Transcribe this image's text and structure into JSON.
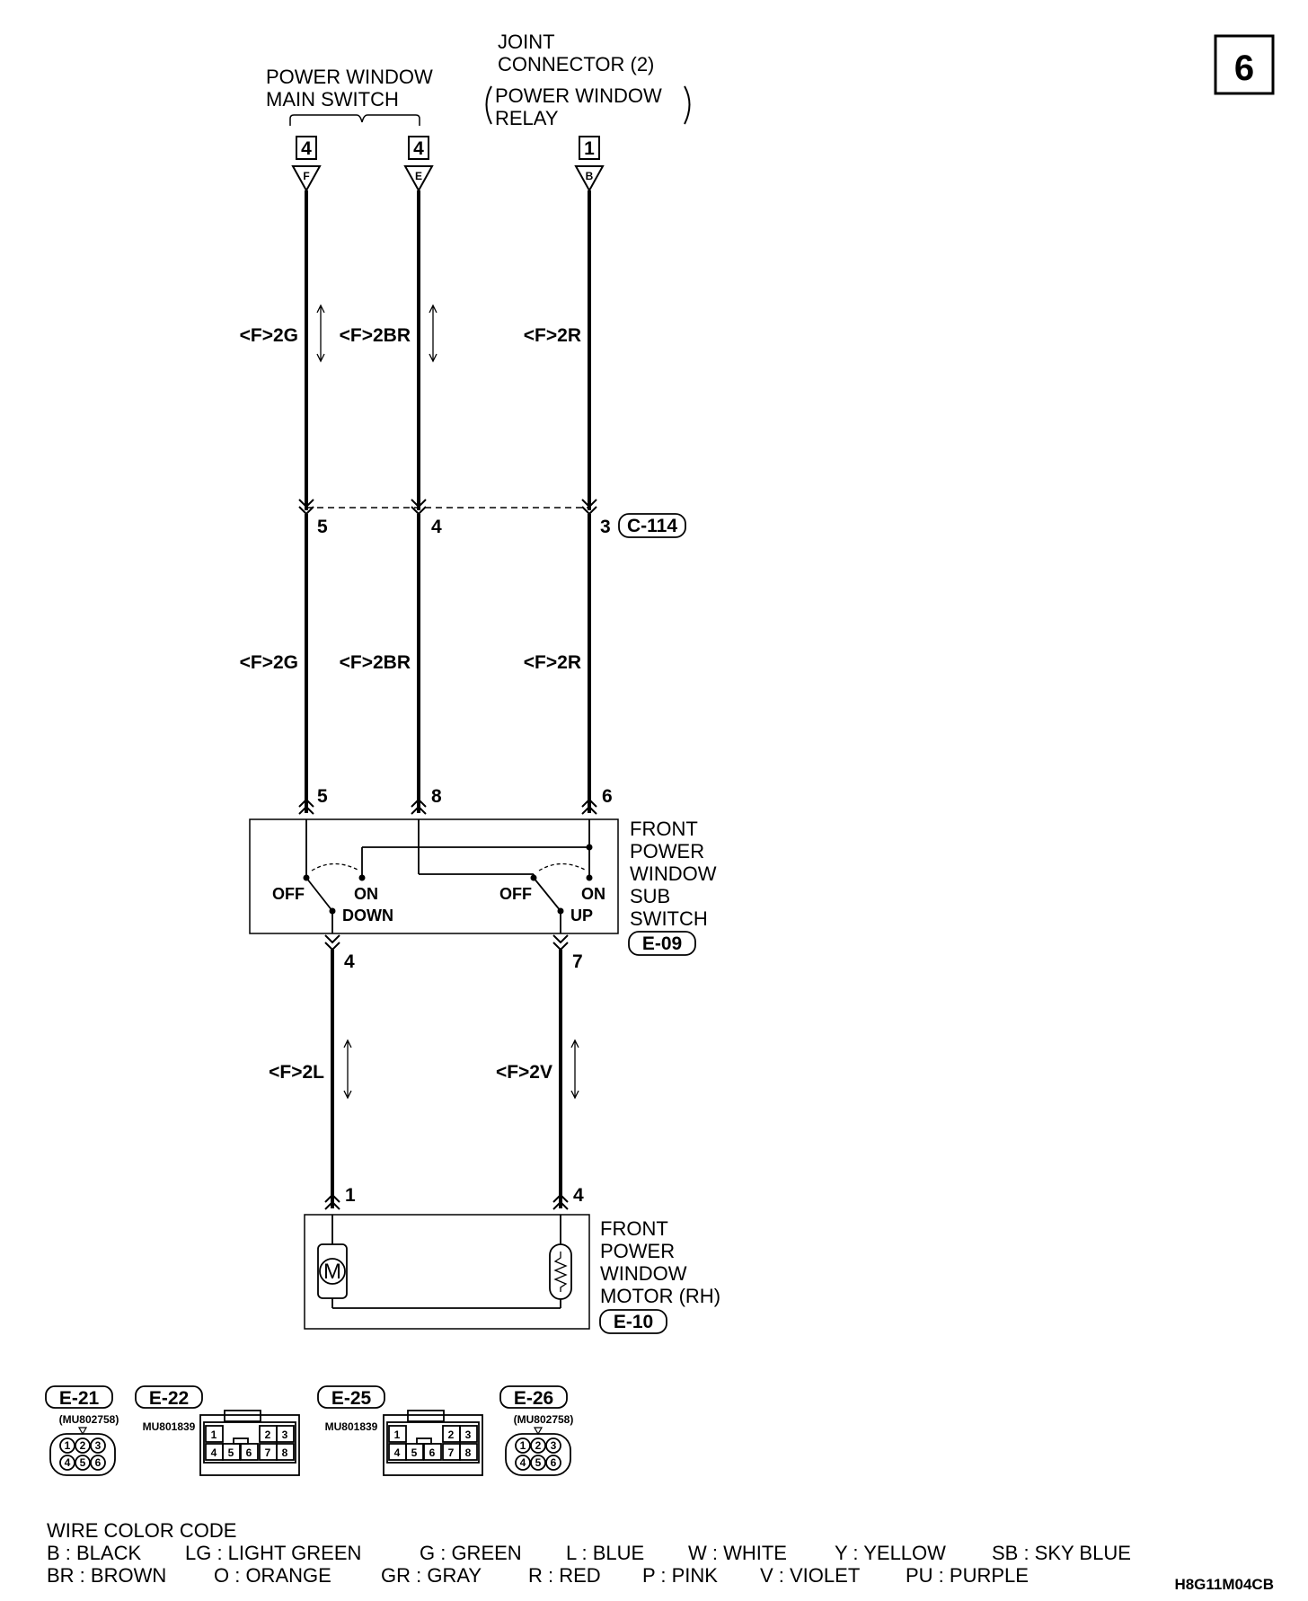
{
  "page_number": "6",
  "top_labels": {
    "main_switch_line1": "POWER WINDOW",
    "main_switch_line2": "MAIN SWITCH",
    "joint_line1": "JOINT",
    "joint_line2": "CONNECTOR (2)",
    "joint_paren_line1": "POWER WINDOW",
    "joint_paren_line2": "RELAY"
  },
  "terminals": [
    {
      "number": "4",
      "letter": "F"
    },
    {
      "number": "4",
      "letter": "E"
    },
    {
      "number": "1",
      "letter": "B"
    }
  ],
  "wires_upper": [
    "<F>2G",
    "<F>2BR",
    "<F>2R"
  ],
  "joint_c114": {
    "pins": [
      "5",
      "4",
      "3"
    ],
    "connector": "C-114"
  },
  "wires_middle": [
    "<F>2G",
    "<F>2BR",
    "<F>2R"
  ],
  "sub_switch": {
    "pins_top": [
      "5",
      "8",
      "6"
    ],
    "name_lines": [
      "FRONT",
      "POWER",
      "WINDOW",
      "SUB",
      "SWITCH"
    ],
    "connector": "E-09",
    "left_off": "OFF",
    "left_on": "ON",
    "left_pos": "DOWN",
    "right_off": "OFF",
    "right_on": "ON",
    "right_pos": "UP",
    "pins_bottom": [
      "4",
      "7"
    ]
  },
  "wires_lower": [
    "<F>2L",
    "<F>2V"
  ],
  "motor": {
    "pins_top": [
      "1",
      "4"
    ],
    "name_lines": [
      "FRONT",
      "POWER",
      "WINDOW",
      "MOTOR (RH)"
    ],
    "connector": "E-10",
    "motor_symbol": "M"
  },
  "connector_views": [
    {
      "id": "E-21",
      "part": "(MU802758)",
      "pins": [
        "1",
        "2",
        "3",
        "4",
        "5",
        "6"
      ]
    },
    {
      "id": "E-22",
      "part": "MU801839",
      "pins": [
        "1",
        "2",
        "3",
        "4",
        "5",
        "6",
        "7",
        "8"
      ]
    },
    {
      "id": "E-25",
      "part": "MU801839",
      "pins": [
        "1",
        "2",
        "3",
        "4",
        "5",
        "6",
        "7",
        "8"
      ]
    },
    {
      "id": "E-26",
      "part": "(MU802758)",
      "pins": [
        "1",
        "2",
        "3",
        "4",
        "5",
        "6"
      ]
    }
  ],
  "wire_color_code": {
    "title": "WIRE COLOR CODE",
    "row1": [
      "B : BLACK",
      "LG : LIGHT GREEN",
      "G : GREEN",
      "L : BLUE",
      "W : WHITE",
      "Y : YELLOW",
      "SB : SKY BLUE"
    ],
    "row2": [
      "BR : BROWN",
      "O : ORANGE",
      "GR : GRAY",
      "R : RED",
      "P : PINK",
      "V : VIOLET",
      "PU : PURPLE"
    ]
  },
  "figure_code": "H8G11M04CB"
}
